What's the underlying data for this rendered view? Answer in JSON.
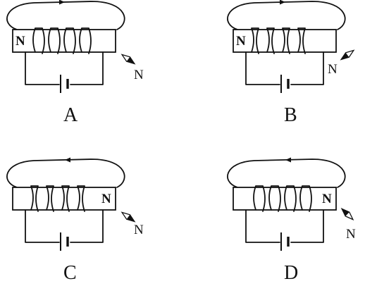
{
  "panels": [
    {
      "caption": "A",
      "solenoid_pole": "N",
      "pole_side": "left",
      "current_arrow": "right",
      "needle_label": "N"
    },
    {
      "caption": "B",
      "solenoid_pole": "N",
      "pole_side": "left",
      "current_arrow": "right",
      "needle_label": "N"
    },
    {
      "caption": "C",
      "solenoid_pole": "N",
      "pole_side": "right",
      "current_arrow": "left",
      "needle_label": "N"
    },
    {
      "caption": "D",
      "solenoid_pole": "N",
      "pole_side": "right",
      "current_arrow": "left",
      "needle_label": "N"
    }
  ],
  "colors": {
    "ink": "#111111",
    "background": "#ffffff"
  }
}
